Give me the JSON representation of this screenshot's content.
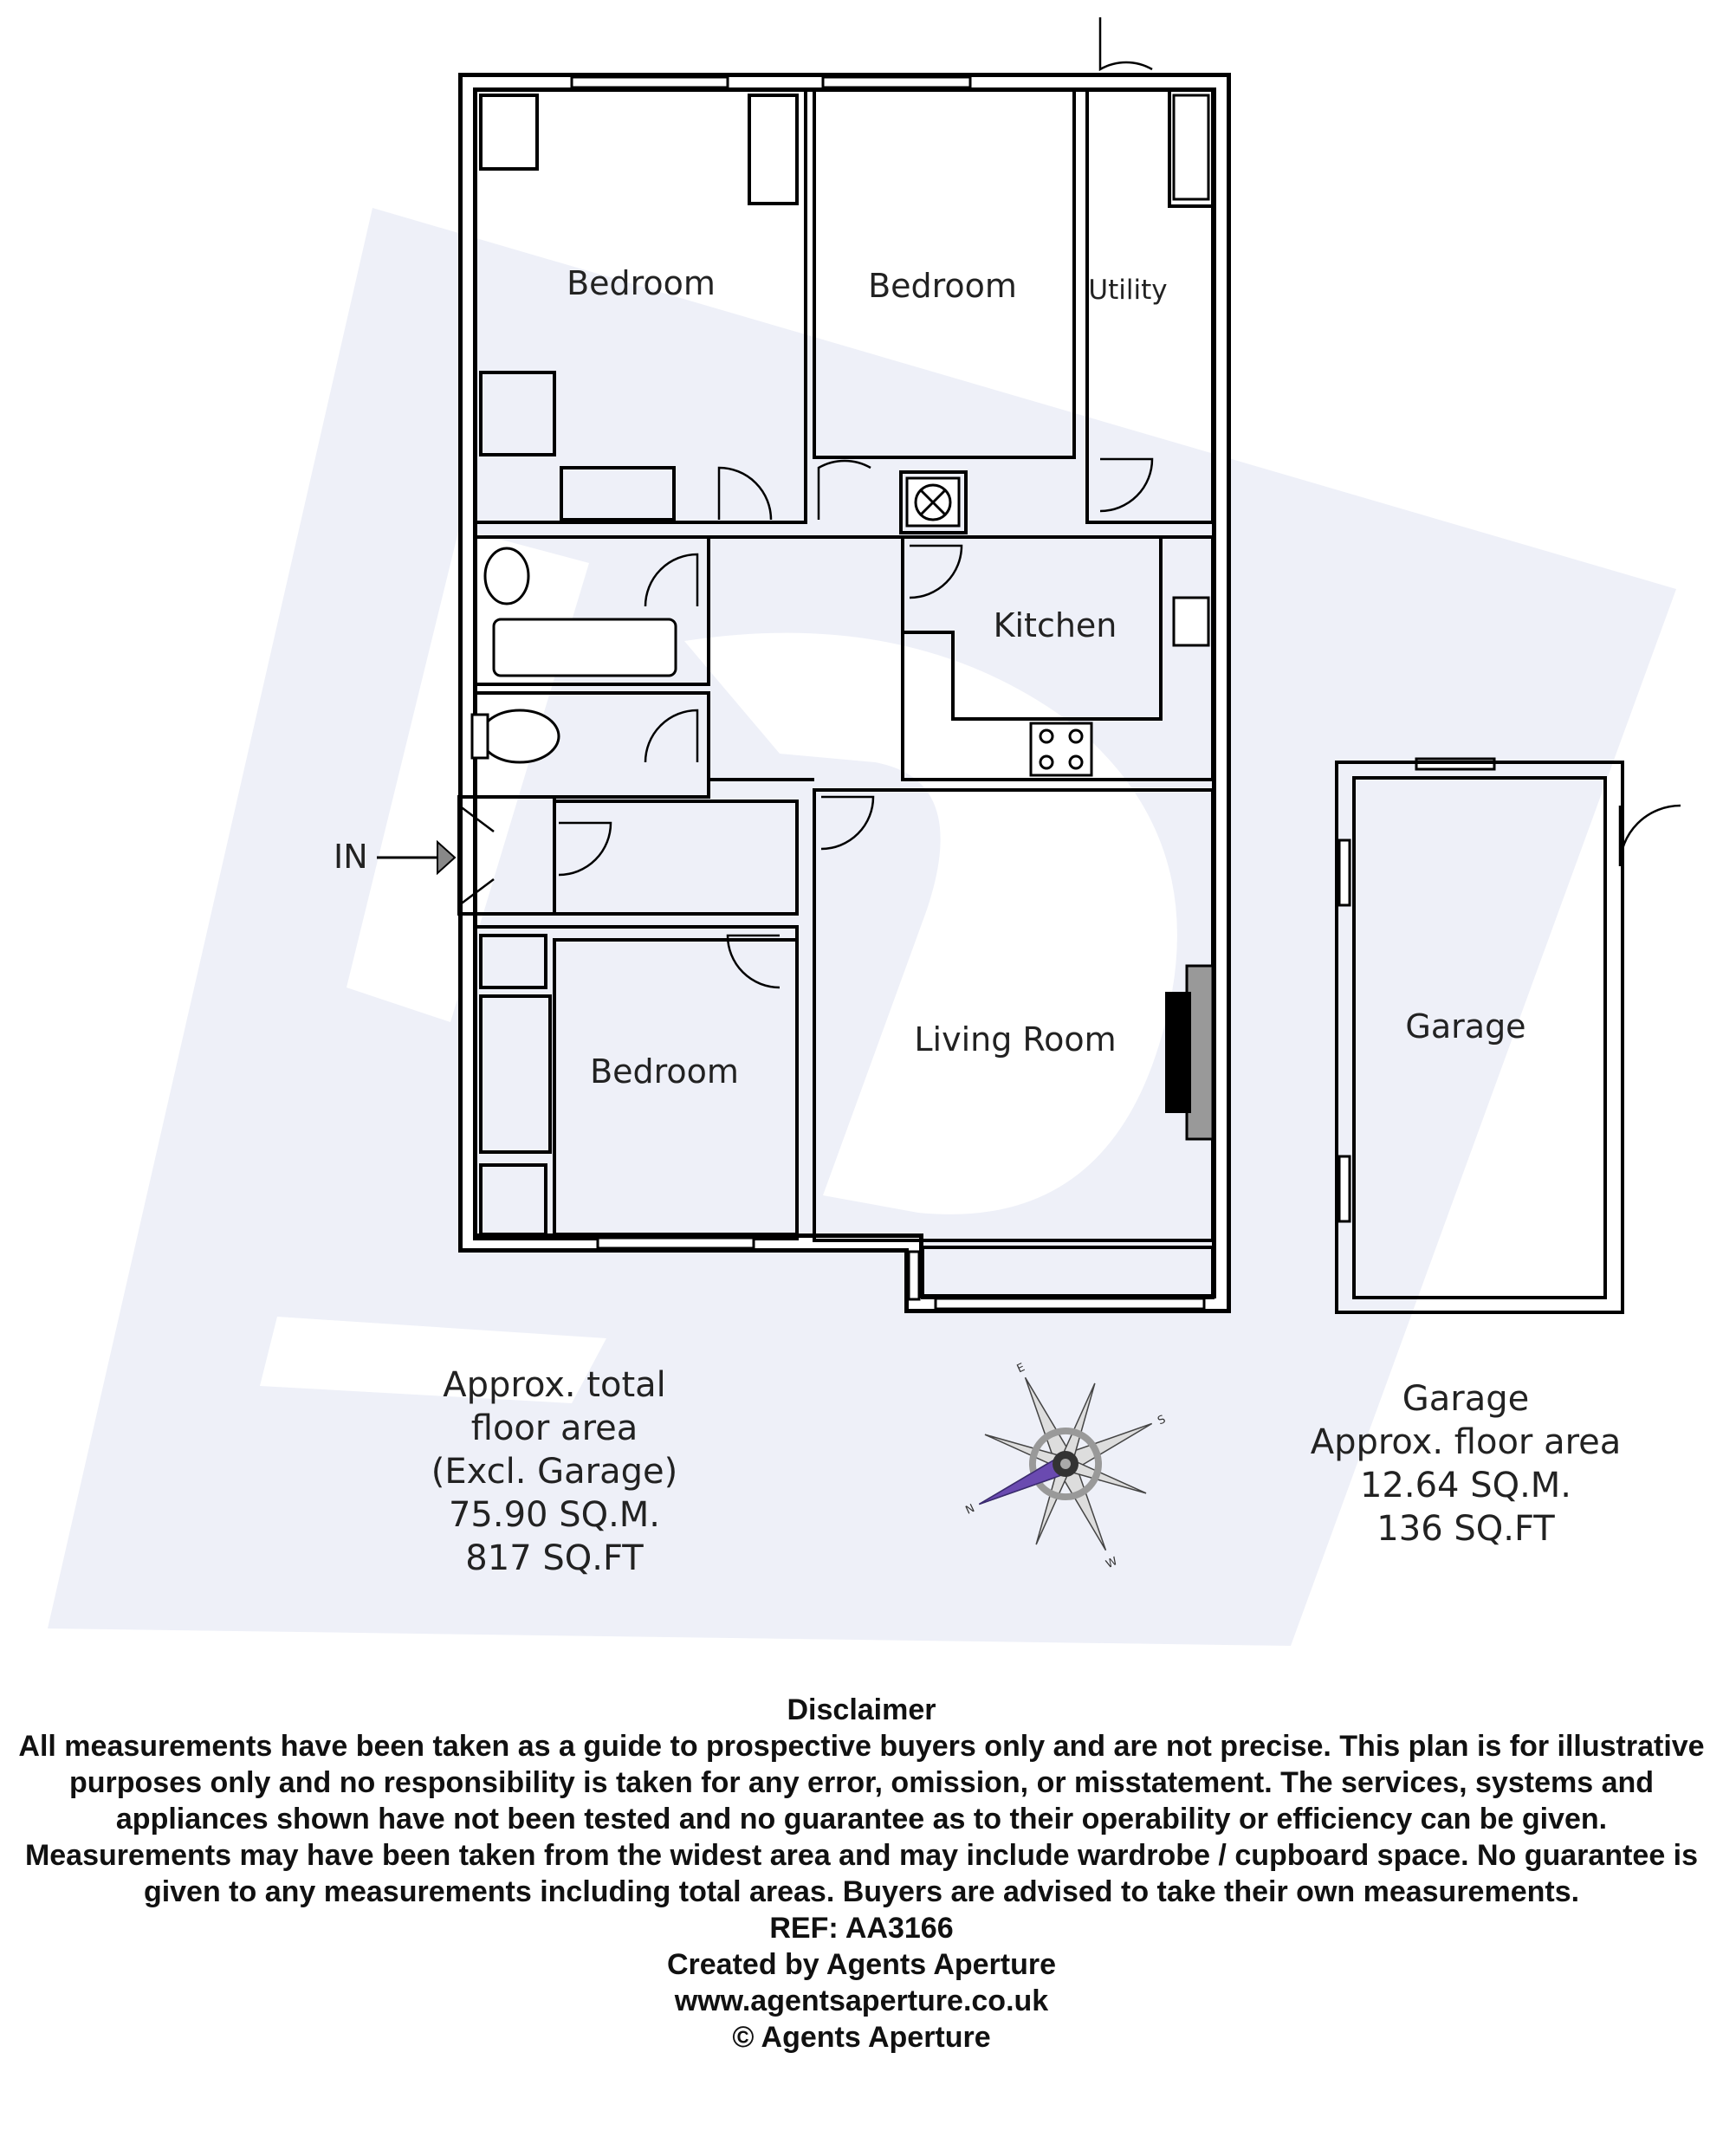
{
  "rooms": {
    "bedroom_1": "Bedroom",
    "bedroom_2": "Bedroom",
    "utility": "Utility",
    "kitchen": "Kitchen",
    "bedroom_3": "Bedroom",
    "living_room": "Living Room",
    "garage": "Garage"
  },
  "entrance_label": "IN",
  "total_area": {
    "lines": [
      "Approx. total",
      "floor area",
      "(Excl. Garage)",
      "75.90 SQ.M.",
      "817 SQ.FT"
    ]
  },
  "garage_area": {
    "lines": [
      "Garage",
      "Approx. floor area",
      "12.64 SQ.M.",
      "136 SQ.FT"
    ]
  },
  "compass": {
    "n": "N",
    "e": "E",
    "s": "S",
    "w": "W"
  },
  "disclaimer": {
    "heading": "Disclaimer",
    "body": "All measurements have been taken as a guide to prospective buyers only and are not precise. This plan is for illustrative purposes only and no responsibility is taken for any error, omission, or misstatement. The services, systems and appliances shown have not been tested and no guarantee as to their operability or efficiency can be given. Measurements may have been taken from the widest area and may include wardrobe / cupboard space. No guarantee is given to any measurements including total areas. Buyers are advised to take their own measurements.",
    "ref": "REF: AA3166",
    "created_by": "Created by Agents Aperture",
    "website": "www.agentsaperture.co.uk",
    "copyright": "© Agents Aperture"
  },
  "colors": {
    "wall": "#000000",
    "watermark": "#eef0f8",
    "compass_needle": "#6a4ab0"
  }
}
